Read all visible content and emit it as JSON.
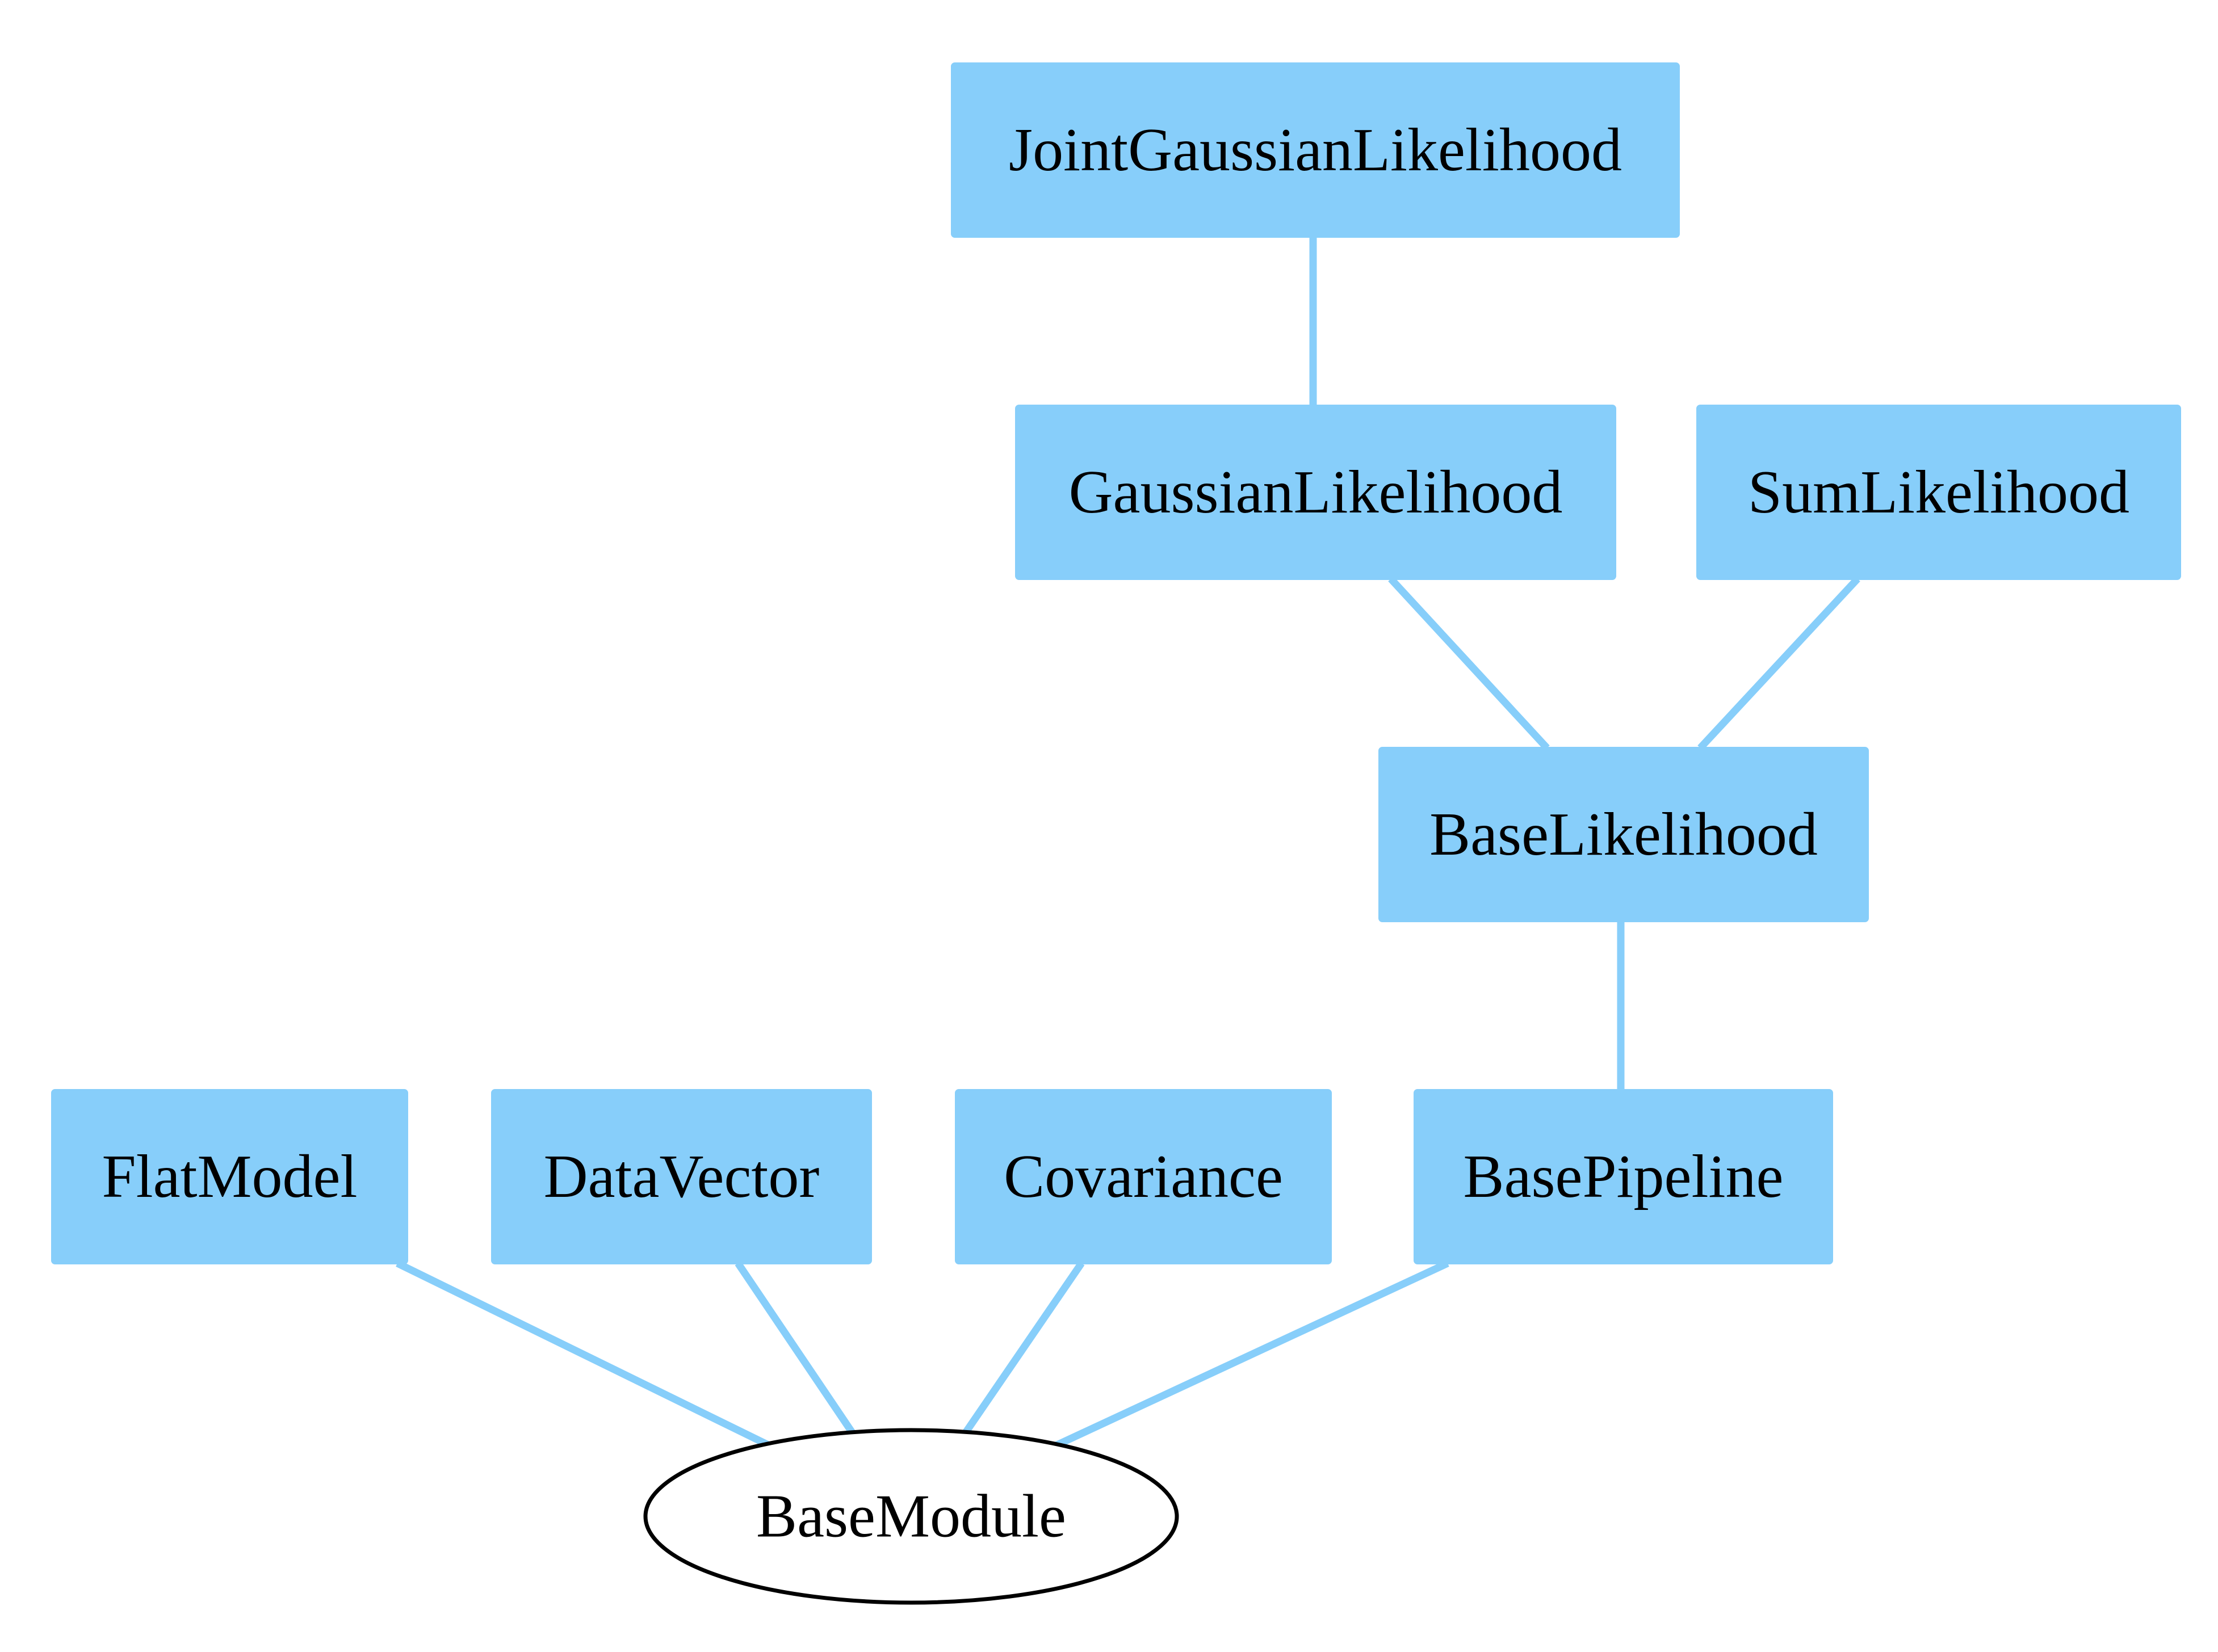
{
  "diagram": {
    "type": "class-inheritance-graph",
    "node_fill": "#87cefa",
    "edge_color": "#87cefa",
    "root_stroke": "#000000",
    "nodes": [
      {
        "id": "joint_gaussian_likelihood",
        "label": "JointGaussianLikelihood",
        "shape": "box"
      },
      {
        "id": "gaussian_likelihood",
        "label": "GaussianLikelihood",
        "shape": "box"
      },
      {
        "id": "sum_likelihood",
        "label": "SumLikelihood",
        "shape": "box"
      },
      {
        "id": "base_likelihood",
        "label": "BaseLikelihood",
        "shape": "box"
      },
      {
        "id": "flat_model",
        "label": "FlatModel",
        "shape": "box"
      },
      {
        "id": "data_vector",
        "label": "DataVector",
        "shape": "box"
      },
      {
        "id": "covariance",
        "label": "Covariance",
        "shape": "box"
      },
      {
        "id": "base_pipeline",
        "label": "BasePipeline",
        "shape": "box"
      },
      {
        "id": "base_module",
        "label": "BaseModule",
        "shape": "ellipse"
      }
    ],
    "edges": [
      {
        "from": "joint_gaussian_likelihood",
        "to": "gaussian_likelihood"
      },
      {
        "from": "gaussian_likelihood",
        "to": "base_likelihood"
      },
      {
        "from": "sum_likelihood",
        "to": "base_likelihood"
      },
      {
        "from": "base_likelihood",
        "to": "base_pipeline"
      },
      {
        "from": "flat_model",
        "to": "base_module"
      },
      {
        "from": "data_vector",
        "to": "base_module"
      },
      {
        "from": "covariance",
        "to": "base_module"
      },
      {
        "from": "base_pipeline",
        "to": "base_module"
      }
    ]
  }
}
